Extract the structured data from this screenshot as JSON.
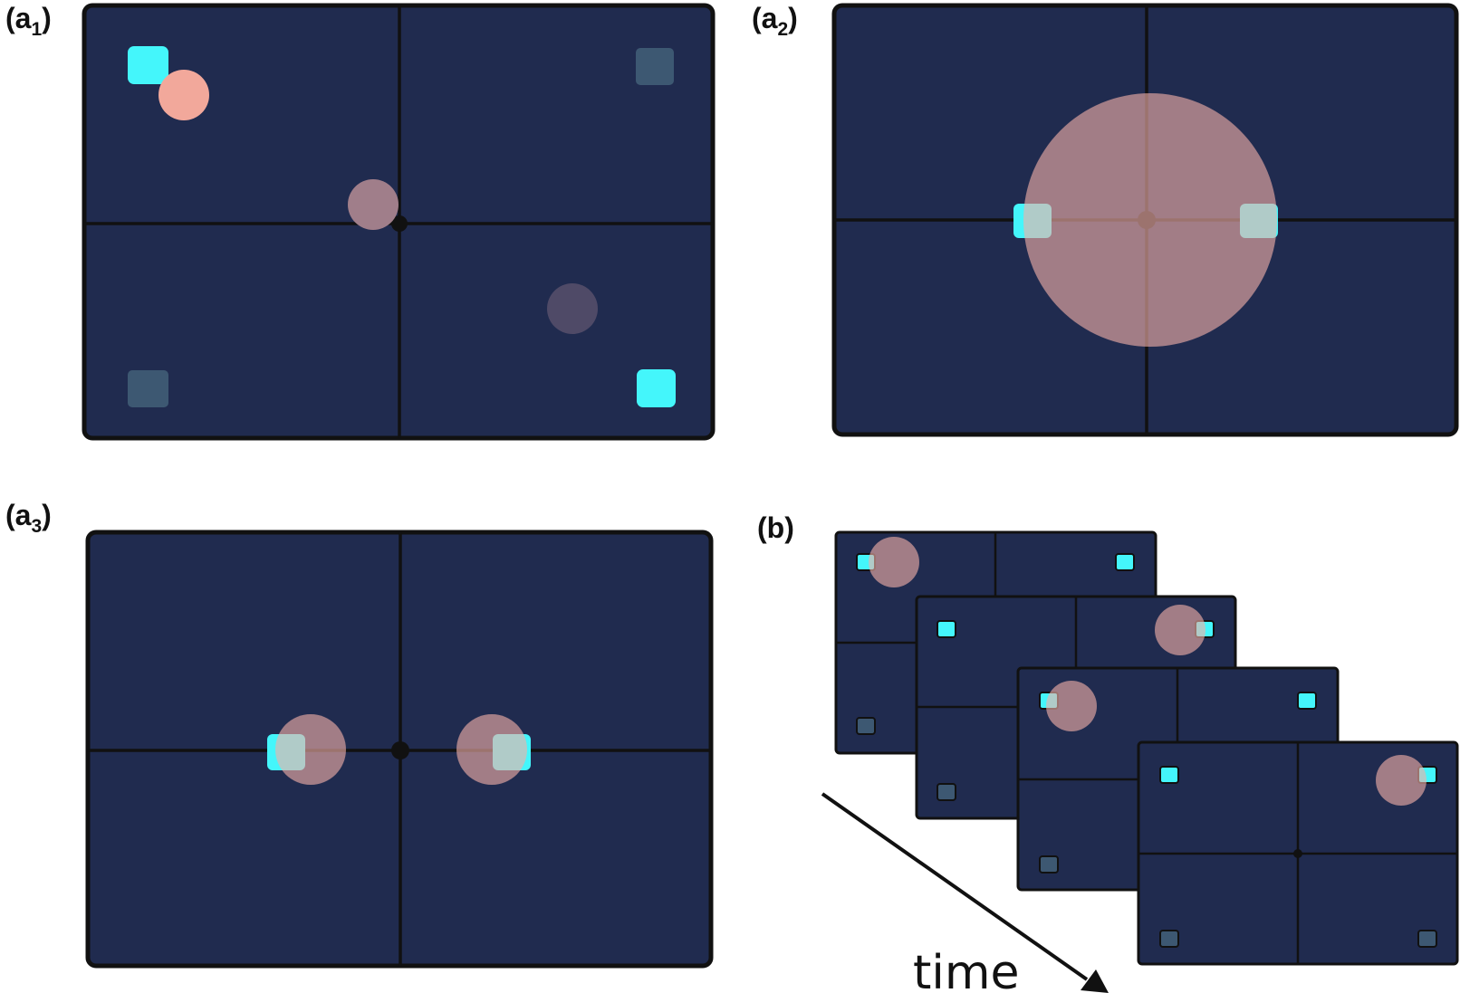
{
  "labels": {
    "a1": {
      "prefix": "(a",
      "sub": "1",
      "suffix": ")"
    },
    "a2": {
      "prefix": "(a",
      "sub": "2",
      "suffix": ")"
    },
    "a3": {
      "prefix": "(a",
      "sub": "3",
      "suffix": ")"
    },
    "b": "(b)",
    "time": "time"
  },
  "colors": {
    "screen": "#202b4f",
    "border": "#111111",
    "target_active": "#44f6fb",
    "target_dim": "#3d5872",
    "cursor_bright": "#f2a89b",
    "cursor_mid": "#a07e8a",
    "cursor_dim": "#4f4a67",
    "cursor_translucent": "#f2b0a8"
  }
}
